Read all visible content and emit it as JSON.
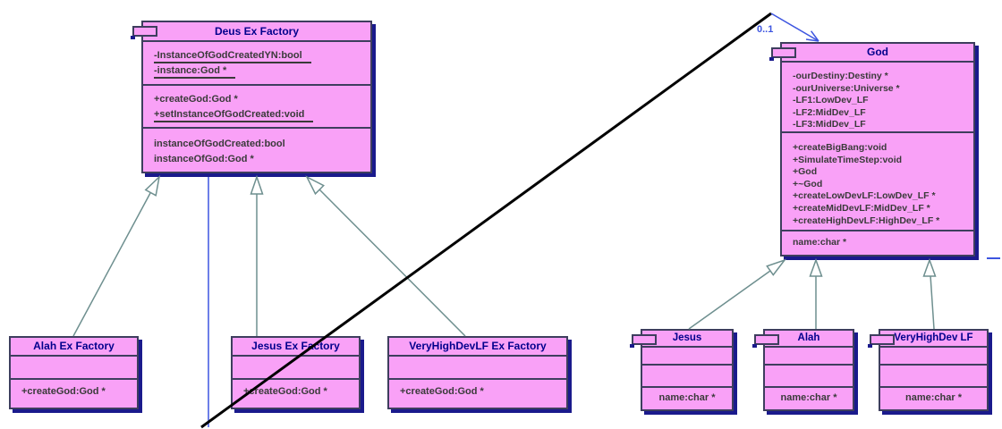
{
  "classes": {
    "deus": {
      "title": "Deus Ex Factory",
      "icon": "uml-class-icon",
      "attributes": [
        "-InstanceOfGodCreatedYN:bool",
        "-instance:God *"
      ],
      "methods": [
        "+createGod:God *",
        "+setInstanceOfGodCreated:void"
      ],
      "data_members": [
        "instanceOfGodCreated:bool",
        "instanceOfGod:God *"
      ]
    },
    "god": {
      "title": "God",
      "icon": "uml-class-icon",
      "attributes": [
        "-ourDestiny:Destiny *",
        "-ourUniverse:Universe *",
        "-LF1:LowDev_LF",
        "-LF2:MidDev_LF",
        "-LF3:MidDev_LF"
      ],
      "methods": [
        "+createBigBang:void",
        "+SimulateTimeStep:void",
        "+God",
        "+~God",
        "+createLowDevLF:LowDev_LF *",
        "+createMidDevLF:MidDev_LF *",
        "+createHighDevLF:HighDev_LF *"
      ],
      "data_members": [
        "name:char *"
      ]
    },
    "alah_factory": {
      "title": "Alah Ex Factory",
      "methods": [
        "+createGod:God *"
      ]
    },
    "jesus_factory": {
      "title": "Jesus Ex Factory",
      "methods": [
        "+createGod:God *"
      ]
    },
    "vhdlf_factory": {
      "title": "VeryHighDevLF Ex Factory",
      "methods": [
        "+createGod:God *"
      ]
    },
    "jesus": {
      "title": "Jesus",
      "icon": "uml-class-icon",
      "data_members": [
        "name:char *"
      ]
    },
    "alah": {
      "title": "Alah",
      "icon": "uml-class-icon",
      "data_members": [
        "name:char *"
      ]
    },
    "vhd_lf": {
      "title": "VeryHighDev LF",
      "icon": "uml-class-icon",
      "data_members": [
        "name:char *"
      ]
    }
  },
  "association": {
    "multiplicity": "0..1"
  },
  "colors": {
    "box_fill": "#F9A1F7",
    "box_border": "#3E3E5E",
    "box_shadow": "#1A1A8C",
    "title_text": "#00008C",
    "body_text": "#3A3A3A",
    "generalization_line": "#6E8F8F",
    "association_blue": "#3D55E0",
    "association_black": "#000000",
    "background": "#FFFFFF"
  }
}
